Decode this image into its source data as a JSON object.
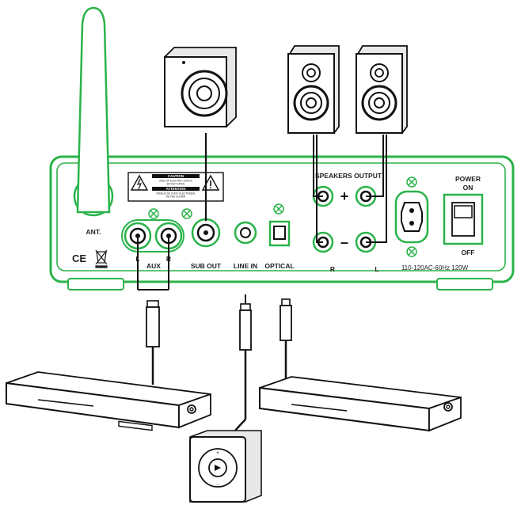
{
  "colors": {
    "accent": "#2ab34a",
    "outline": "#1a1a1a",
    "panel_fill": "#ffffff"
  },
  "labels": {
    "antenna": "ANT.",
    "aux": "AUX",
    "aux_left": "L",
    "aux_right": "R",
    "sub_out": "SUB OUT",
    "line_in": "LINE IN",
    "optical": "OPTICAL",
    "speakers_output": "SPEAKERS OUTPUT",
    "speaker_right": "R",
    "speaker_left": "L",
    "plus": "+",
    "minus": "–",
    "power": "POWER",
    "power_on": "ON",
    "power_off": "OFF",
    "rating": "110-120AC-60Hz 120W",
    "ce_mark": "CE"
  },
  "warning": {
    "caution": "CAUTION",
    "caution_line1": "RISK OF ELECTRIC SHOCK",
    "caution_line2": "DO NOT OPEN",
    "attention": "ATTENTION",
    "attention_line1": "RISQUE DE CHOC ELECTRIQUE",
    "attention_line2": "NE PAS OUVRIR"
  },
  "icons": [
    "antenna-icon",
    "speaker-icon",
    "subwoofer-icon",
    "dvd-player-icon",
    "mp3-player-icon",
    "warning-triangle-icon",
    "ce-mark-icon",
    "weee-bin-icon",
    "power-switch-icon",
    "ac-socket-icon"
  ]
}
